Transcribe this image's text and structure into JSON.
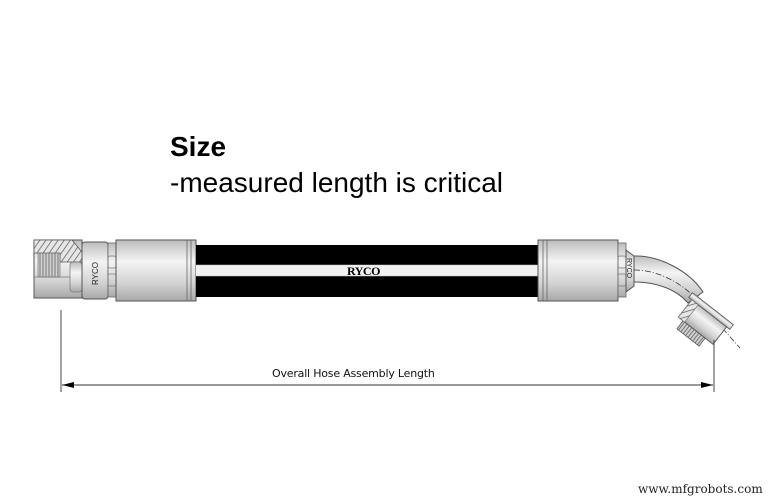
{
  "heading": {
    "title": "Size",
    "subtitle": "-measured length is critical"
  },
  "diagram": {
    "hose_brand_label": "RYCO",
    "left_fitting_label": "RYCO",
    "right_fitting_label": "RYCO",
    "dimension_label": "Overall Hose Assembly Length",
    "colors": {
      "hose_black": "#000000",
      "hose_stripe": "#f2f2f2",
      "fitting_metal": "#d9d9d9",
      "outline": "#555555"
    }
  },
  "watermark": {
    "text": "www.mfgrobots.com"
  }
}
